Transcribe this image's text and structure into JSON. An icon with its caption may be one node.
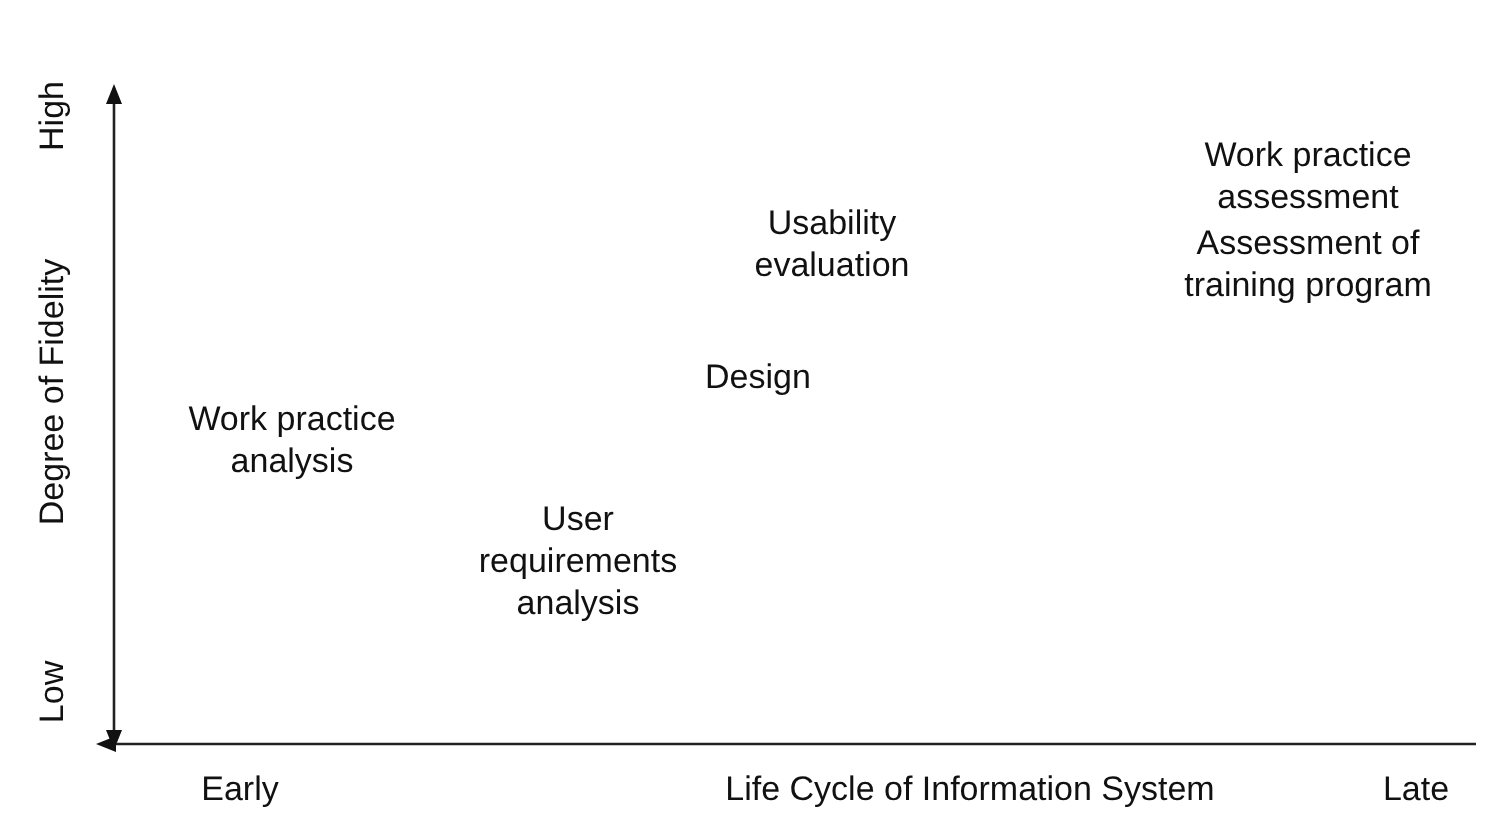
{
  "diagram": {
    "labels": [
      "High",
      "Degree of Fidelity",
      "Low",
      "Work practice assessment",
      "Assessment of training program",
      "Usability evaluation",
      "Design",
      "Work practice analysis",
      "User requirements analysis",
      "Early",
      "Life Cycle of Information System",
      "Late"
    ]
  }
}
